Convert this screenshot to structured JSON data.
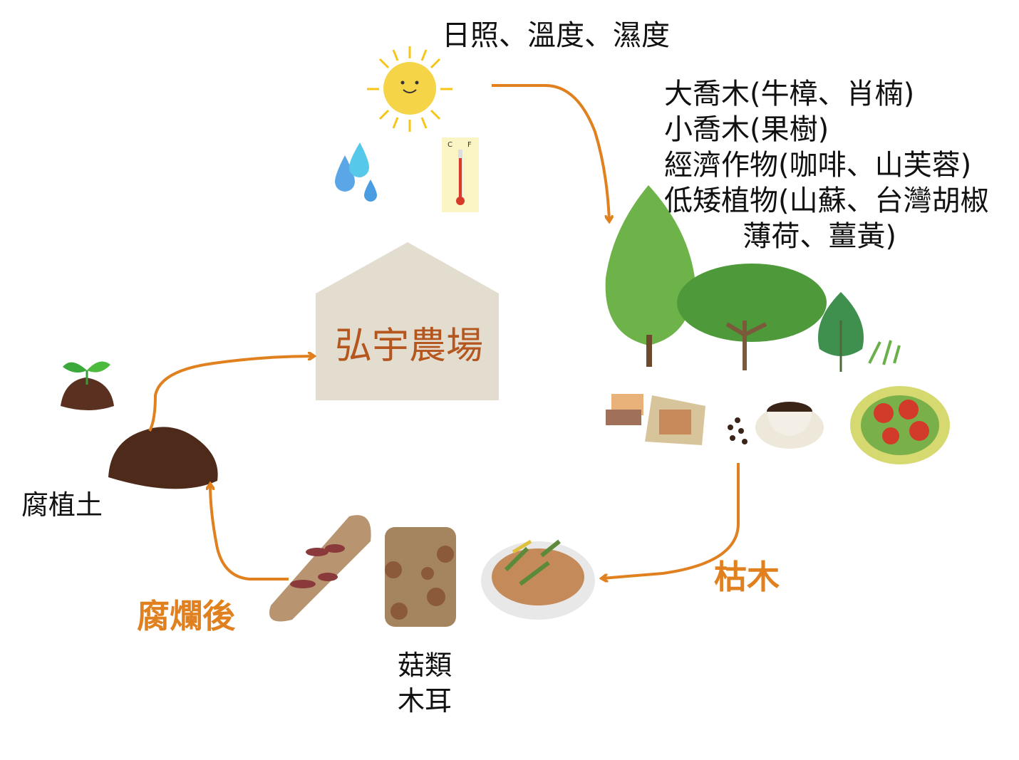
{
  "title": "日照、溫度、濕度",
  "farm_label": "弘宇農場",
  "plants": [
    "大喬木(牛樟、肖楠)",
    "小喬木(果樹)",
    "經濟作物(咖啡、山芙蓉)",
    "低矮植物(山蘇、台灣胡椒",
    "         薄荷、薑黃)"
  ],
  "dead_wood_label": "枯木",
  "decay_label": "腐爛後",
  "humus_label": "腐植土",
  "fungi_labels": [
    "菇類",
    "木耳"
  ],
  "thermometer": {
    "c": "C",
    "f": "F"
  },
  "colors": {
    "arrow": "#e0801f",
    "farm_text": "#b5561f",
    "house": "#e3ddd0",
    "orange_text": "#e0801f"
  }
}
